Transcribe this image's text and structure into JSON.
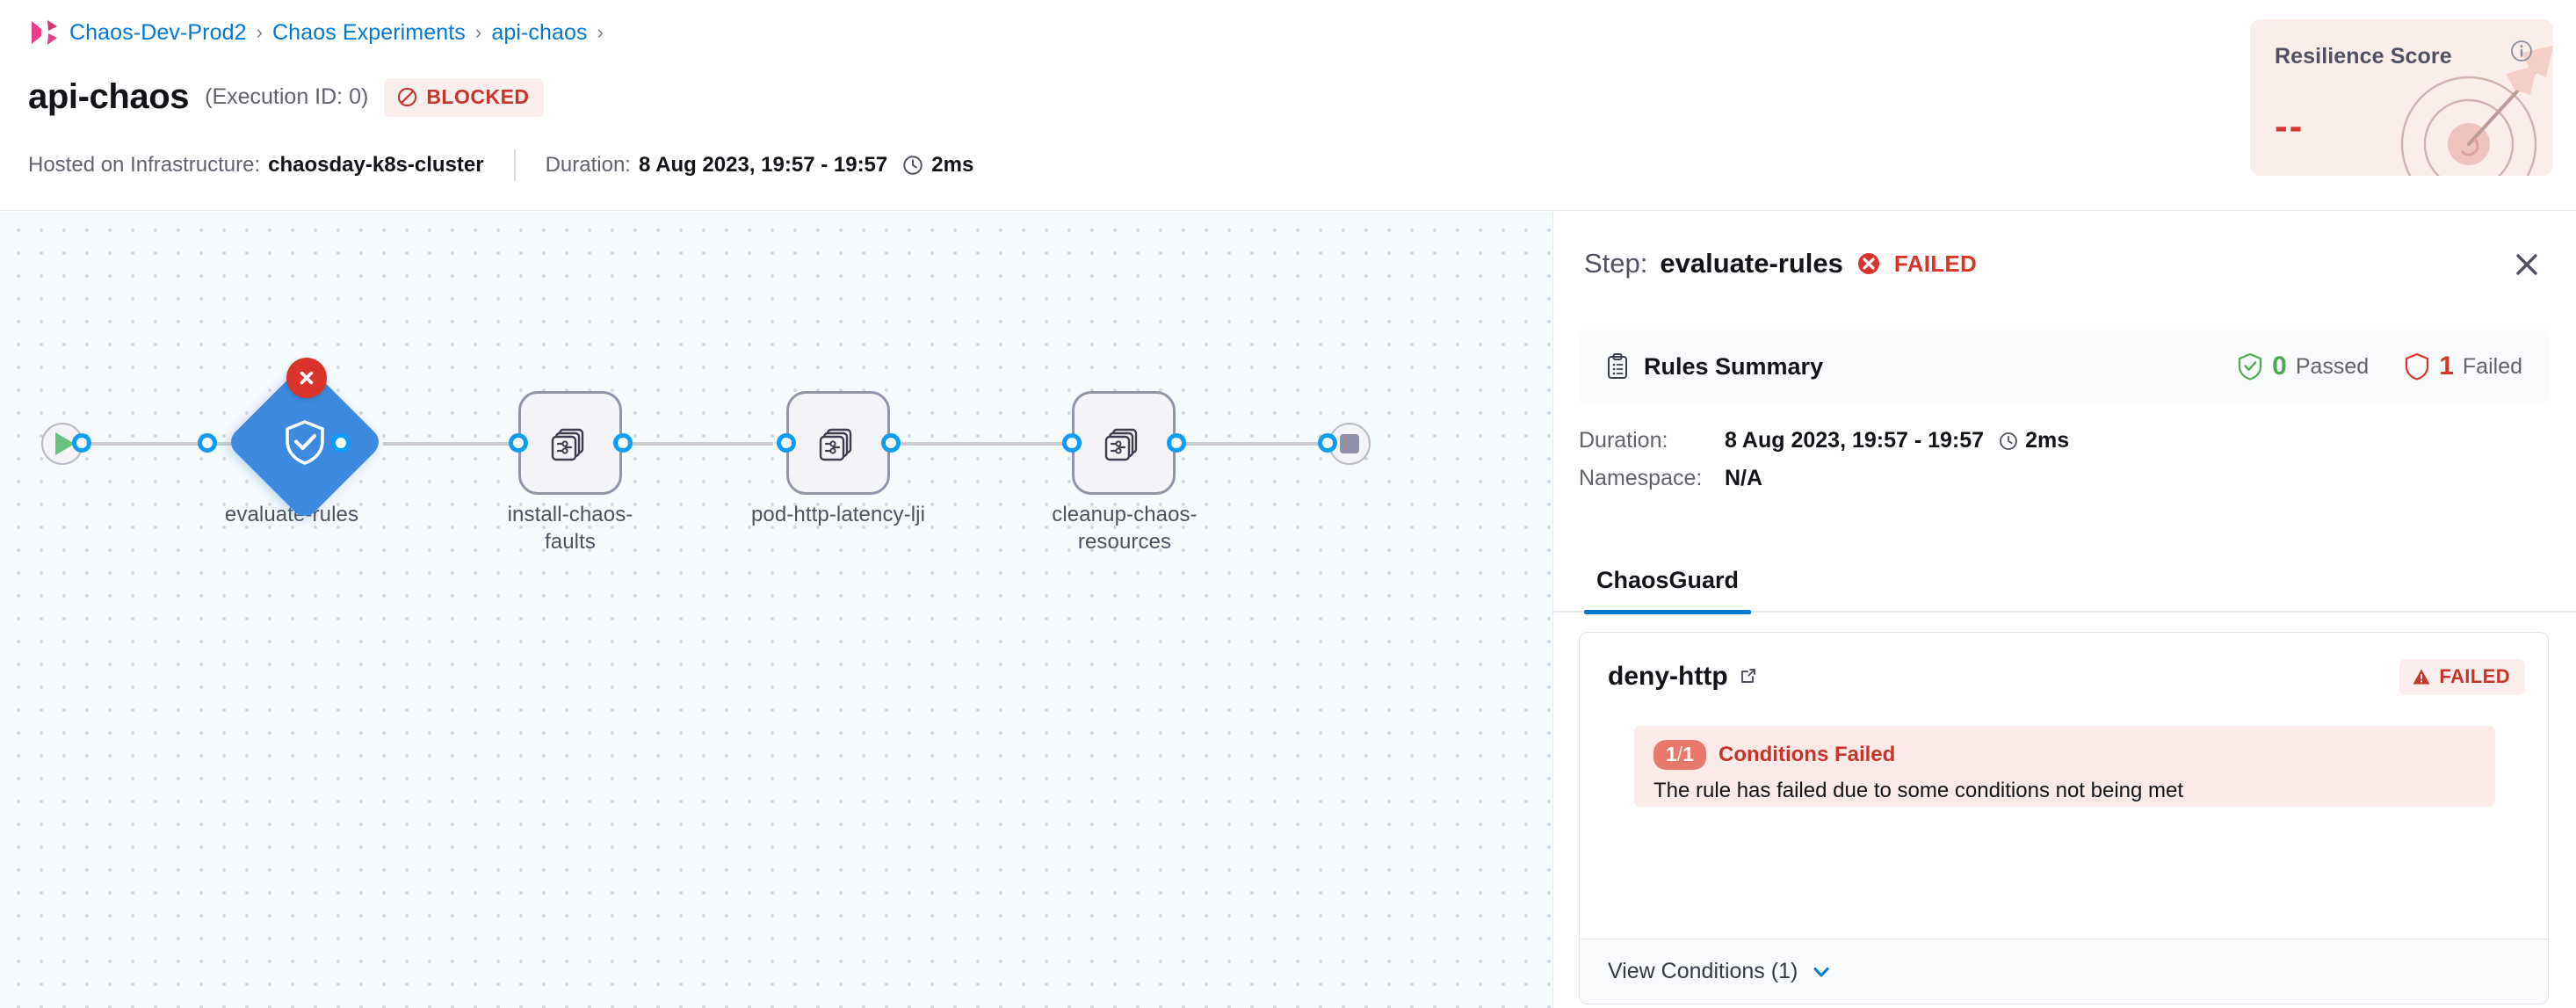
{
  "breadcrumb": {
    "logo_icon": "harness-logo-icon",
    "items": [
      "Chaos-Dev-Prod2",
      "Chaos Experiments",
      "api-chaos"
    ],
    "separator": "›",
    "trailing_separator": "›"
  },
  "header": {
    "title": "api-chaos",
    "execution_id": "(Execution ID: 0)",
    "status_label": "BLOCKED",
    "status_icon": "blocked-circle-icon",
    "status_color": "#c7342a",
    "status_bg": "#fbeeed",
    "infra_label": "Hosted on Infrastructure:",
    "infra_value": "chaosday-k8s-cluster",
    "duration_label": "Duration:",
    "duration_value": "8 Aug 2023, 19:57 - 19:57",
    "duration_icon": "clock-icon",
    "duration_elapsed": "2ms"
  },
  "resilience": {
    "title": "Resilience Score",
    "value": "--",
    "info_icon": "info-circle-icon",
    "art_icon": "target-arrow-icon",
    "bg_color": "#fbedea",
    "value_color": "#d9342b"
  },
  "graph": {
    "start_icon": "play-icon",
    "end_icon": "stop-icon",
    "nodes": [
      {
        "label": "evaluate-rules",
        "shape": "diamond",
        "icon": "shield-check-icon",
        "status_icon": "error-x-icon",
        "status": "failed"
      },
      {
        "label": "install-chaos-faults",
        "shape": "box",
        "icon": "chaos-fault-stack-icon",
        "status": "none"
      },
      {
        "label": "pod-http-latency-lji",
        "shape": "box",
        "icon": "chaos-fault-stack-icon",
        "status": "none"
      },
      {
        "label": "cleanup-chaos-resources",
        "shape": "box",
        "icon": "chaos-fault-stack-icon",
        "status": "none"
      }
    ]
  },
  "panel": {
    "step_prefix": "Step:",
    "step_name": "evaluate-rules",
    "status_label": "FAILED",
    "status_icon": "error-x-icon",
    "close_icon": "close-icon",
    "rules_summary": {
      "icon": "clipboard-icon",
      "label": "Rules Summary",
      "passed_count": "0",
      "passed_label": "Passed",
      "passed_icon": "shield-check-green-icon",
      "failed_count": "1",
      "failed_label": "Failed",
      "failed_icon": "shield-red-icon"
    },
    "details": [
      {
        "key": "Duration:",
        "value": "8 Aug 2023, 19:57 - 19:57",
        "icon": "clock-icon",
        "extra": "2ms"
      },
      {
        "key": "Namespace:",
        "value": "N/A",
        "icon": "",
        "extra": ""
      }
    ],
    "tabs": [
      {
        "label": "ChaosGuard",
        "active": true
      }
    ],
    "rule": {
      "name": "deny-http",
      "link_icon": "external-link-icon",
      "badge_label": "FAILED",
      "badge_icon": "warning-triangle-icon",
      "condition_count": "1",
      "condition_total": "1",
      "condition_separator": "/",
      "condition_title": "Conditions Failed",
      "condition_desc": "The rule has failed due to some conditions not being met",
      "view_conditions_label": "View Conditions (1)",
      "view_conditions_icon": "chevron-down-icon"
    }
  }
}
